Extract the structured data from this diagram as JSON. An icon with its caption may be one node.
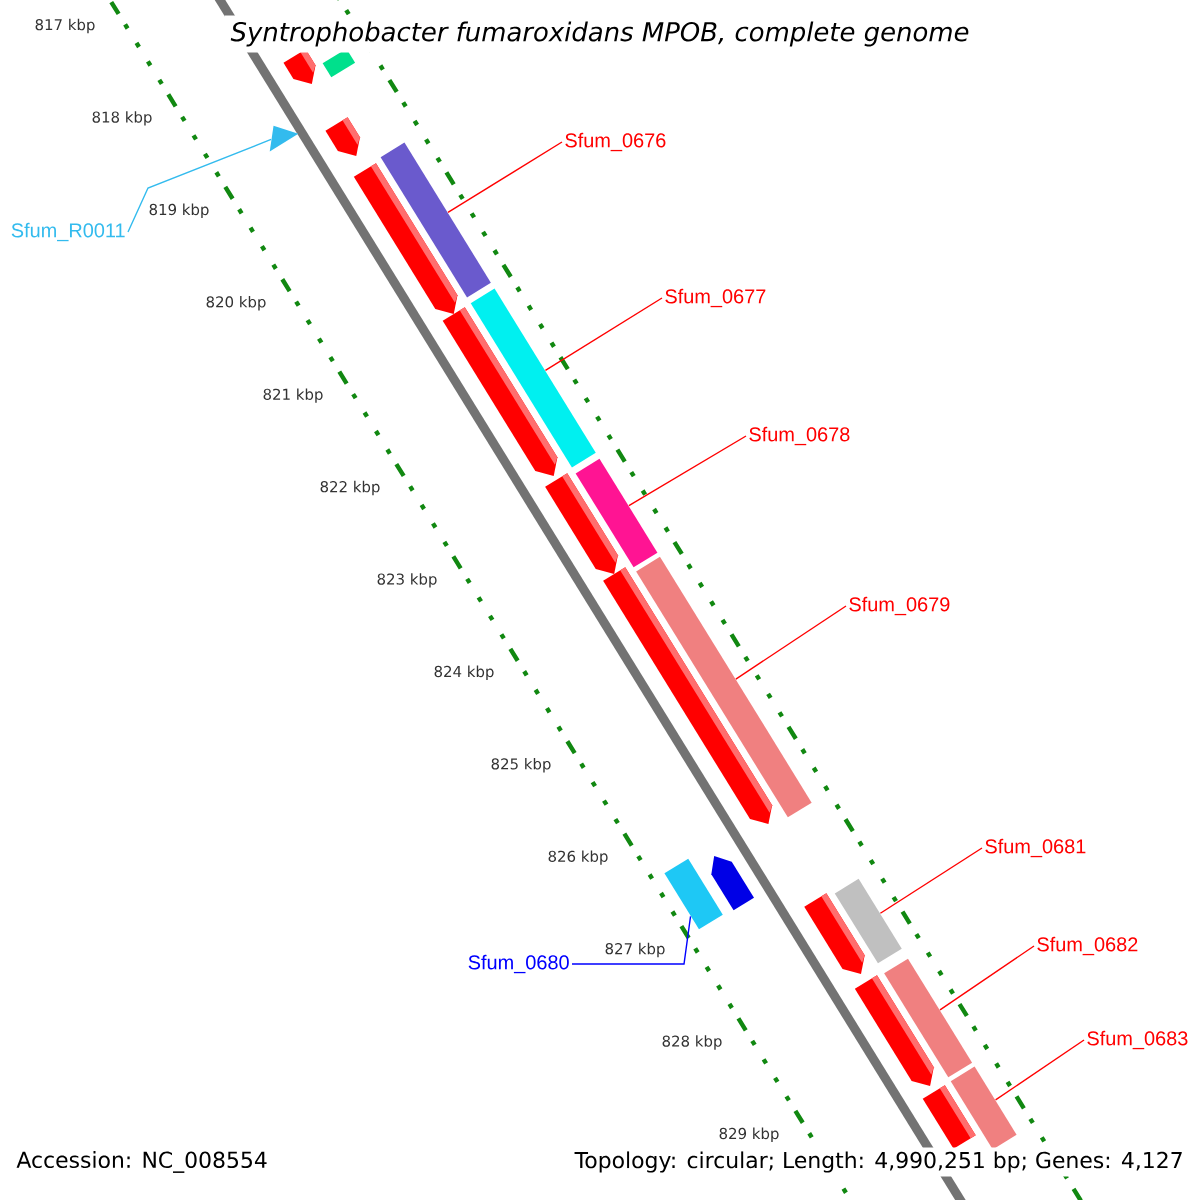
{
  "diagram": {
    "title": "Syntrophobacter fumaroxidans MPOB, complete genome",
    "nodes": [
      {
        "text": [
          "Sfum_0676"
        ]
      },
      {
        "text": [
          "Sfum_R0011"
        ]
      },
      {
        "text": [
          "Sfum_0677"
        ]
      },
      {
        "text": [
          "Sfum_0678"
        ]
      },
      {
        "text": [
          "Sfum_0679"
        ]
      },
      {
        "text": [
          "Sfum_0681"
        ]
      },
      {
        "text": [
          "Sfum_0682"
        ]
      },
      {
        "text": [
          "Sfum_0680"
        ]
      },
      {
        "text": [
          "Sfum_0683"
        ]
      },
      {
        "text": [],
        "shape": "triangle"
      },
      {
        "text": [],
        "shape": "box"
      },
      {
        "text": [],
        "shape": "box"
      },
      {
        "text": [],
        "shape": "box"
      },
      {
        "text": [],
        "shape": "box"
      },
      {
        "text": [],
        "shape": "box"
      },
      {
        "text": [],
        "shape": "box"
      },
      {
        "text": [],
        "shape": "box"
      },
      {
        "text": [],
        "shape": "box"
      }
    ],
    "edges": [
      {
        "from": 0,
        "to": 10,
        "arrow": "none"
      },
      {
        "from": 1,
        "to": 9,
        "arrow": "none",
        "color": "#33bbee"
      },
      {
        "from": 2,
        "to": 11,
        "arrow": "none"
      },
      {
        "from": 3,
        "to": 12,
        "arrow": "none"
      },
      {
        "from": 4,
        "to": 13,
        "arrow": "none"
      },
      {
        "from": 5,
        "to": 15,
        "arrow": "none"
      },
      {
        "from": 6,
        "to": 16,
        "arrow": "none"
      },
      {
        "from": 7,
        "to": 14,
        "arrow": "none",
        "color": "#0000ff"
      },
      {
        "from": 8,
        "to": 17,
        "arrow": "none"
      }
    ],
    "labels": [
      "817 kbp",
      "818 kbp",
      "819 kbp",
      "820 kbp",
      "821 kbp",
      "822 kbp",
      "823 kbp",
      "824 kbp",
      "825 kbp",
      "826 kbp",
      "827 kbp",
      "828 kbp",
      "829 kbp",
      "Accession: NC_008554",
      "Topology: circular; Length: 4,990,251 bp; Genes: 4,127"
    ]
  }
}
